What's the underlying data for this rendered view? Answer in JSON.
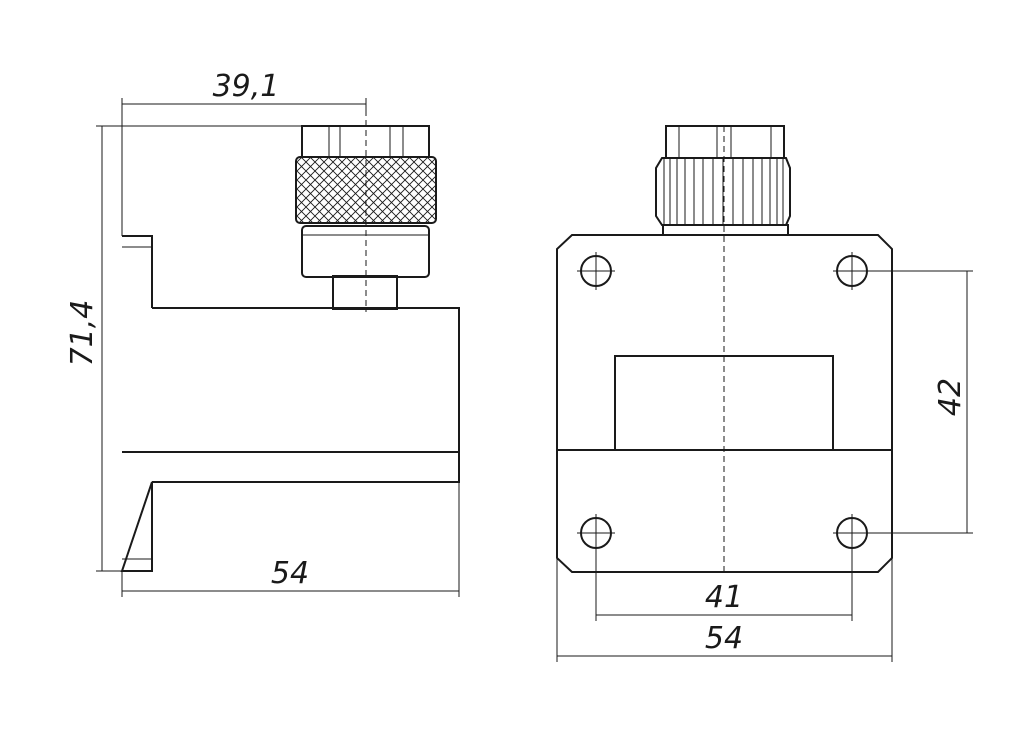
{
  "dimensions": {
    "side_top_width": "39,1",
    "side_height": "71,4",
    "side_bottom_width": "54",
    "front_hole_spacing_vertical": "42",
    "front_hole_spacing_horizontal": "41",
    "front_width": "54"
  },
  "colors": {
    "line": "#1a1a1a",
    "background": "#ffffff"
  }
}
